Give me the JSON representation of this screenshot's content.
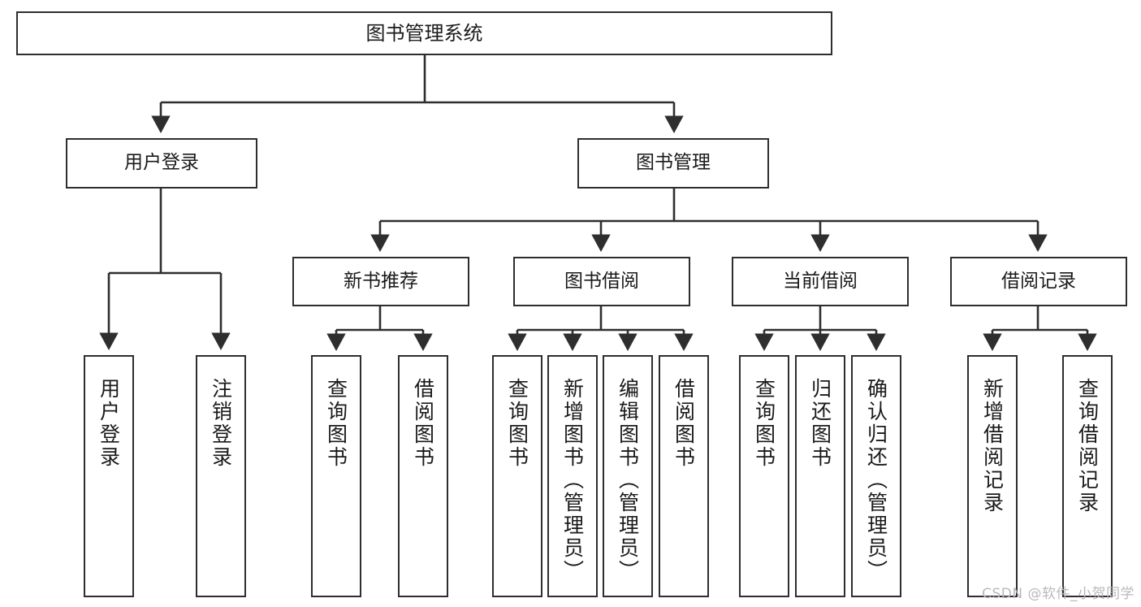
{
  "diagram": {
    "title": "图书管理系统",
    "watermark": "CSDN @软件_小贺同学",
    "nodes": {
      "root": "图书管理系统",
      "level1": [
        "用户登录",
        "图书管理"
      ],
      "level2": [
        "新书推荐",
        "图书借阅",
        "当前借阅",
        "借阅记录"
      ],
      "leaves_user_login": [
        "用户登录",
        "注销登录"
      ],
      "leaves_new_book": [
        "查询图书",
        "借阅图书"
      ],
      "leaves_borrow": [
        "查询图书",
        "新增图书（管理员）",
        "编辑图书（管理员）",
        "借阅图书"
      ],
      "leaves_current": [
        "查询图书",
        "归还图书",
        "确认归还（管理员）"
      ],
      "leaves_record": [
        "新增借阅记录",
        "查询借阅记录"
      ]
    }
  },
  "chart_data": {
    "type": "diagram",
    "title": "图书管理系统",
    "layout": "top-down tree / functional decomposition",
    "levels": 3,
    "edge_style": "orthogonal-elbow-with-arrowheads",
    "colors": {
      "stroke": "#2e2e2e",
      "fill": "#ffffff",
      "text": "#1a1a1a",
      "watermark": "#b9b9b9"
    },
    "tree": {
      "name": "图书管理系统",
      "children": [
        {
          "name": "用户登录",
          "children": [
            {
              "name": "用户登录",
              "children": []
            },
            {
              "name": "注销登录",
              "children": []
            }
          ]
        },
        {
          "name": "图书管理",
          "children": [
            {
              "name": "新书推荐",
              "children": [
                {
                  "name": "查询图书",
                  "children": []
                },
                {
                  "name": "借阅图书",
                  "children": []
                }
              ]
            },
            {
              "name": "图书借阅",
              "children": [
                {
                  "name": "查询图书",
                  "children": []
                },
                {
                  "name": "新增图书（管理员）",
                  "children": []
                },
                {
                  "name": "编辑图书（管理员）",
                  "children": []
                },
                {
                  "name": "借阅图书",
                  "children": []
                }
              ]
            },
            {
              "name": "当前借阅",
              "children": [
                {
                  "name": "查询图书",
                  "children": []
                },
                {
                  "name": "归还图书",
                  "children": []
                },
                {
                  "name": "确认归还（管理员）",
                  "children": []
                }
              ]
            },
            {
              "name": "借阅记录",
              "children": [
                {
                  "name": "新增借阅记录",
                  "children": []
                },
                {
                  "name": "查询借阅记录",
                  "children": []
                }
              ]
            }
          ]
        }
      ]
    }
  }
}
